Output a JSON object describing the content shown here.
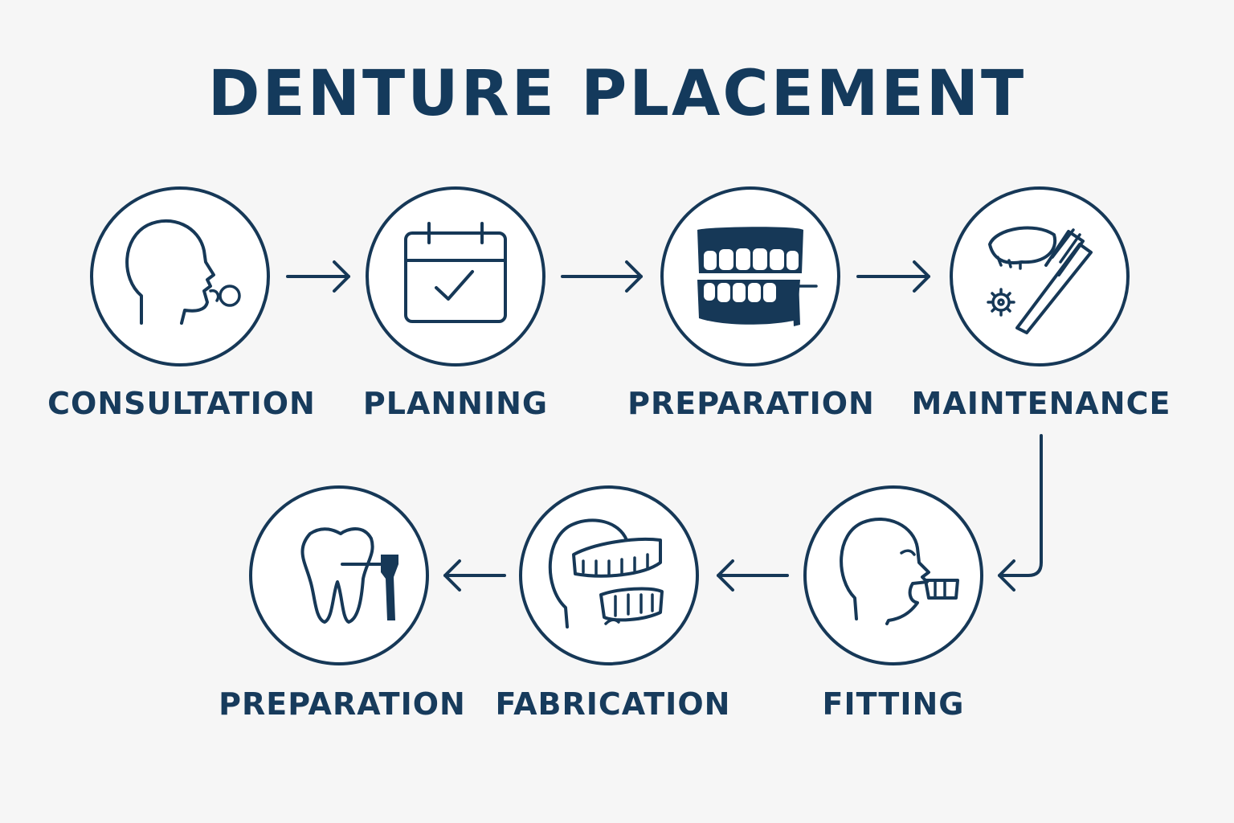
{
  "title": "DENTURE PLACEMENT",
  "steps": [
    {
      "label": "CONSULTATION",
      "icon": "head-speaking-icon"
    },
    {
      "label": "PLANNING",
      "icon": "calendar-check-icon"
    },
    {
      "label": "PREPARATION",
      "icon": "teeth-drill-icon"
    },
    {
      "label": "MAINTENANCE",
      "icon": "toothbrush-denture-icon"
    },
    {
      "label": "FITTING",
      "icon": "head-denture-icon"
    },
    {
      "label": "FABRICATION",
      "icon": "head-dentures-icon"
    },
    {
      "label": "PREPARATION",
      "icon": "tooth-drill-icon"
    }
  ],
  "colors": {
    "primary": "#163857",
    "background": "#f6f6f6"
  }
}
